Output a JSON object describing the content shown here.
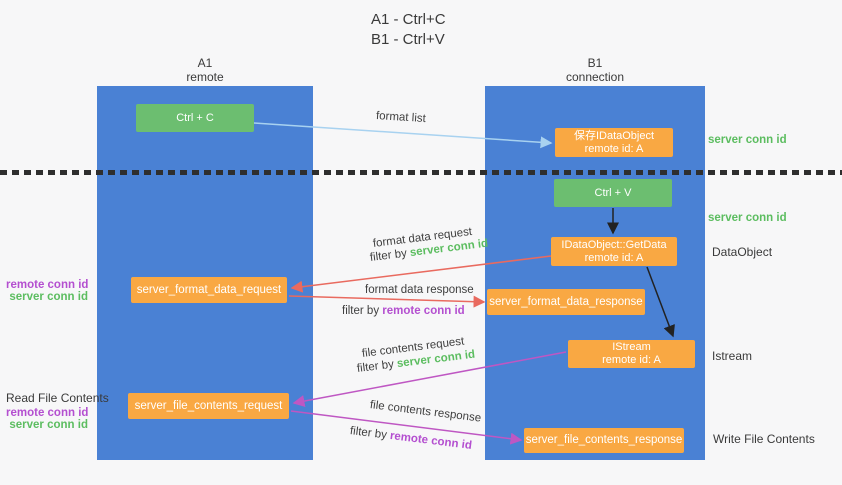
{
  "title": {
    "line1": "A1 - Ctrl+C",
    "line2": "B1 - Ctrl+V"
  },
  "lifelines": {
    "a1": {
      "name": "A1",
      "role": "remote"
    },
    "b1": {
      "name": "B1",
      "role": "connection"
    }
  },
  "nodes": {
    "ctrl_c": {
      "label": "Ctrl + C"
    },
    "ctrl_v": {
      "label": "Ctrl + V"
    },
    "save_dataobject": {
      "line1": "保存IDataObject",
      "line2": "remote id: A"
    },
    "getdata": {
      "line1": "IDataObject::GetData",
      "line2": "remote id: A"
    },
    "istream": {
      "line1": "IStream",
      "line2": "remote id: A"
    },
    "format_request": {
      "label": "server_format_data_request"
    },
    "format_response": {
      "label": "server_format_data_response"
    },
    "file_request": {
      "label": "server_file_contents_request"
    },
    "file_response": {
      "label": "server_file_contents_response"
    }
  },
  "arrows": {
    "format_list": {
      "label": "format list"
    },
    "format_data_request": {
      "label": "format data request",
      "filter_prefix": "filter by ",
      "filter_key": "server conn id"
    },
    "format_data_response": {
      "label": "format data response",
      "filter_prefix": "filter by ",
      "filter_key": "remote conn id"
    },
    "file_contents_request": {
      "label": "file contents request",
      "filter_prefix": "filter by ",
      "filter_key": "server conn id"
    },
    "file_contents_response": {
      "label": "file contents response",
      "filter_prefix": "filter by ",
      "filter_key": "remote conn id"
    }
  },
  "annotations": {
    "right": {
      "server_conn_id_top": "server conn id",
      "server_conn_id_mid": "server conn id",
      "dataobject": "DataObject",
      "istream": "Istream",
      "write_file_contents": "Write File Contents"
    },
    "left": {
      "remote_conn_id_format": "remote conn id",
      "server_conn_id_format": "server conn id",
      "read_file_contents": "Read File Contents",
      "remote_conn_id_file": "remote conn id",
      "server_conn_id_file": "server conn id"
    }
  },
  "colors": {
    "lifeline_blue": "#4a81d4",
    "action_green": "#6cbe70",
    "message_orange": "#f9a843",
    "arrow_light_blue": "#a8d2f0",
    "arrow_red": "#e96a5f",
    "arrow_magenta": "#bf57c3",
    "arrow_black": "#222222",
    "text_green": "#5cbd60",
    "text_purple": "#b44fd0"
  }
}
